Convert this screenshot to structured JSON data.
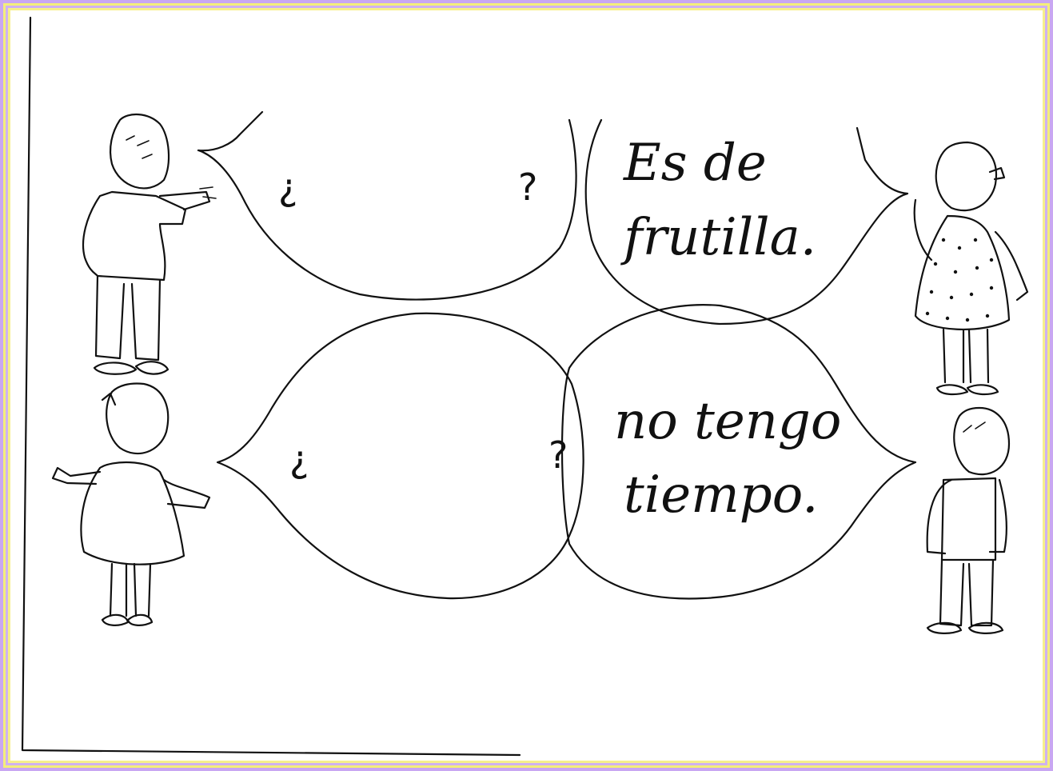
{
  "bubbles": {
    "top_left": {
      "open_mark": "¿",
      "close_mark": "?"
    },
    "top_right": {
      "line1": "Es de",
      "line2": "frutilla."
    },
    "bottom_left": {
      "open_mark": "¿",
      "close_mark": "?"
    },
    "bottom_right": {
      "line1": "no tengo",
      "line2": "tiempo."
    }
  },
  "colors": {
    "frame_lavender": "#c9a7f2",
    "frame_yellow": "#f4ee7a",
    "ink": "#111111"
  },
  "icons": [
    "boy-pointing-figure",
    "girl-dotted-dress-figure",
    "girl-pigtails-figure",
    "boy-standing-figure"
  ]
}
